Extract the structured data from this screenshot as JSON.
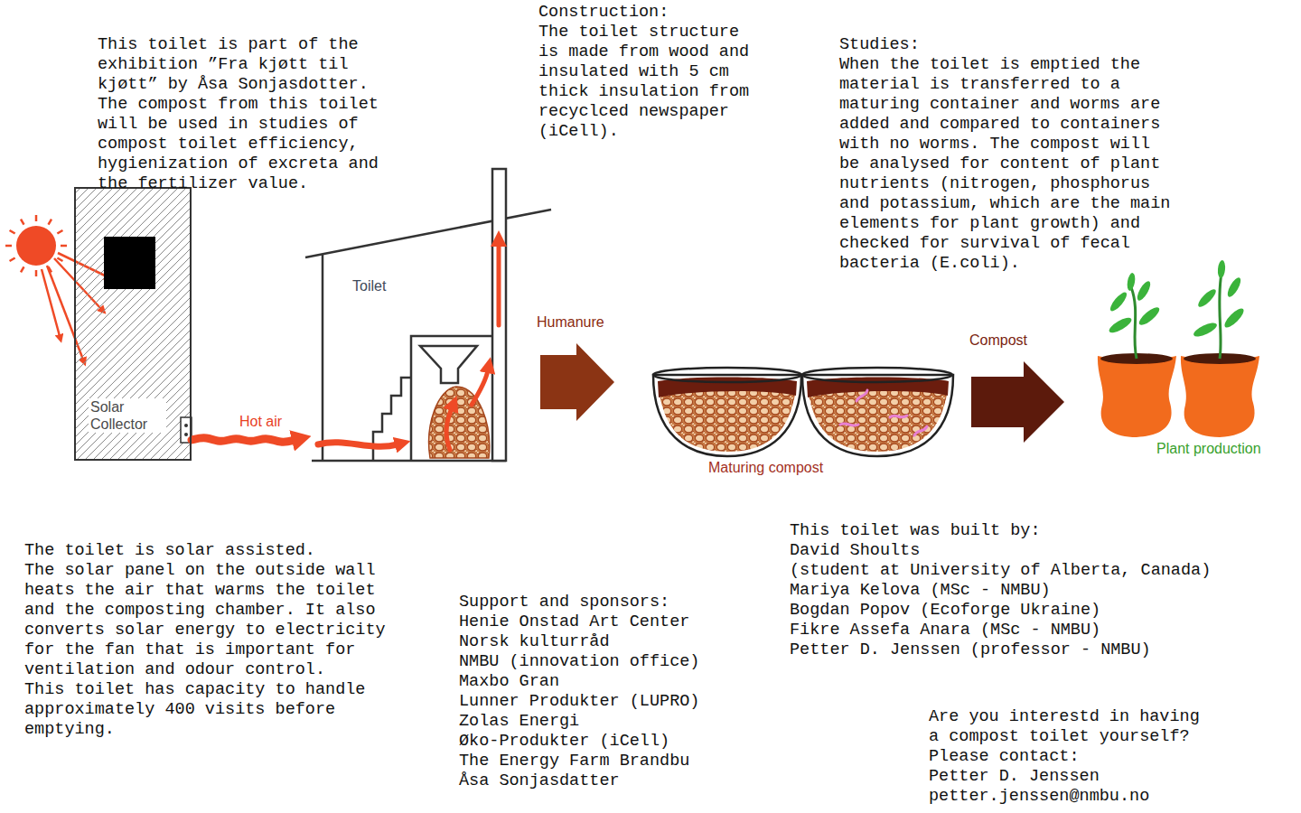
{
  "diagram": {
    "nodes": [
      {
        "text": [
          "Solar Collector"
        ]
      },
      {
        "text": [
          "Toilet"
        ]
      },
      {
        "text": [
          "Maturing compost"
        ]
      },
      {
        "text": [
          "Plant production"
        ]
      }
    ],
    "edges": [
      {
        "from": 0,
        "to": 1,
        "label": "Hot air",
        "arrow": "to"
      },
      {
        "from": 1,
        "to": 2,
        "label": "Humanure",
        "arrow": "to"
      },
      {
        "from": 2,
        "to": 3,
        "label": "Compost",
        "arrow": "to"
      }
    ],
    "labels": [
      "This toilet is part of the exhibition ”Fra kjøtt til kjøtt” by Åsa Sonjasdotter.",
      "The compost from this toilet will be used in studies of compost toilet efficiency, hygienization of excreta and the fertilizer value.",
      "Construction:",
      "The toilet structure is made from wood and insulated with 5 cm thick insulation from recyclced newspaper (iCell).",
      "Studies:",
      "When the toilet is emptied the material is transferred to a maturing container and worms are added and compared to containers with no worms. The compost will be analysed for content of plant nutrients (nitrogen, phosphorus and potassium, which are the main elements for plant growth) and checked for survival of fecal bacteria (E.coli).",
      "The toilet is solar assisted.",
      "The solar panel on the outside wall heats the air that warms the toilet and the composting chamber. It also converts solar energy to electricity for the fan that is important for ventilation and odour control.",
      "This toilet has capacity to handle approximately 400 visits before emptying.",
      "Support and sponsors:",
      "Henie Onstad Art Center",
      "Norsk kulturråd",
      "NMBU (innovation office)",
      "Maxbo Gran",
      "Lunner Produkter (LUPRO)",
      "Zolas Energi",
      "Øko-Produkter (iCell)",
      "The Energy Farm Brandbu",
      "Åsa Sonjasdatter",
      "This toilet was built by:",
      "David Shoults",
      "(student at University of Alberta, Canada)",
      "Mariya Kelova (MSc - NMBU)",
      "Bogdan Popov (Ecoforge Ukraine)",
      "Fikre Assefa Anara (MSc - NMBU)",
      "Petter D. Jenssen (professor - NMBU)",
      "Are you interestd in having a compost toilet yourself?",
      "Please contact:",
      "Petter D. Jenssen",
      "petter.jenssen@nmbu.no"
    ]
  }
}
